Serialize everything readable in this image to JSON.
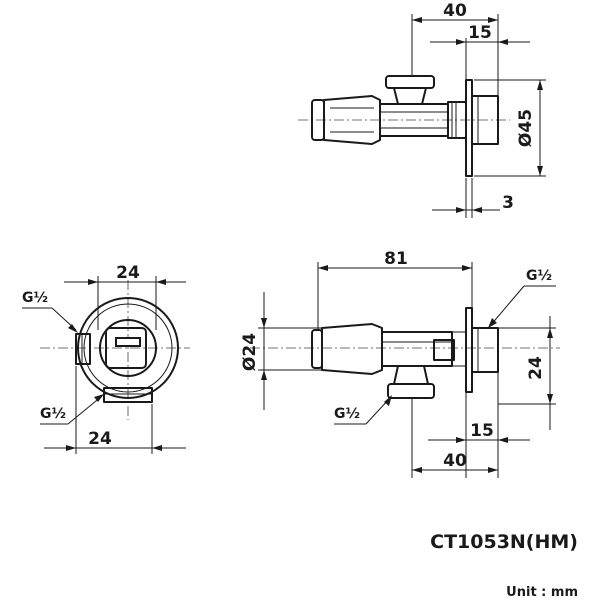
{
  "model": "CT1053N(HM)",
  "unit_label": "Unit : mm",
  "dimensions": {
    "top_overall": "40",
    "top_flange": "15",
    "top_diameter": "Ø45",
    "top_thickness": "3",
    "front_length": "81",
    "front_diameter": "Ø24",
    "front_height": "24",
    "front_flange": "15",
    "front_overall": "40",
    "side_top_width": "24",
    "side_bottom_width": "24"
  },
  "threads": {
    "front_outlet": "G½",
    "front_inlet": "G½",
    "side_top": "G½",
    "side_bottom": "G½"
  }
}
